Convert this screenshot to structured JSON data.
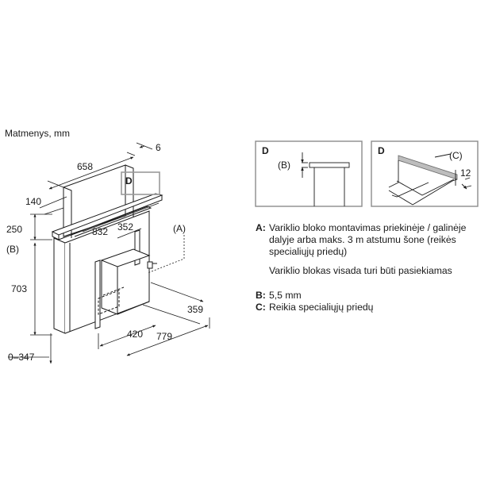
{
  "title": "Matmenys, mm",
  "main_view": {
    "dimensions": {
      "d6": "6",
      "d658": "658",
      "d140": "140",
      "d250": "250",
      "d832": "832",
      "d352": "352",
      "d703": "703",
      "d359": "359",
      "d420": "420",
      "d779": "779",
      "d0_347": "0–347"
    },
    "labels": {
      "B_left": "(B)",
      "D_box": "D",
      "A_callout": "(A)"
    }
  },
  "detail_left": {
    "title": "D",
    "callout": "(B)"
  },
  "detail_right": {
    "title": "D",
    "callout": "(C)",
    "dimension": "12"
  },
  "notes": {
    "A_key": "A:",
    "A_text": "Variklio bloko montavimas priekinėje / galinėje dalyje arba maks. 3 m atstumu šone (reikės specialiųjų priedų)",
    "A_extra": "Variklio blokas visada turi būti pasiekiamas",
    "B_key": "B:",
    "B_text": "5,5 mm",
    "C_key": "C:",
    "C_text": "Reikia specialiųjų priedų"
  },
  "colors": {
    "line": "#1a1a1a",
    "detail_frame": "#8c8c8c",
    "accent_box": "#9a9a9a"
  }
}
